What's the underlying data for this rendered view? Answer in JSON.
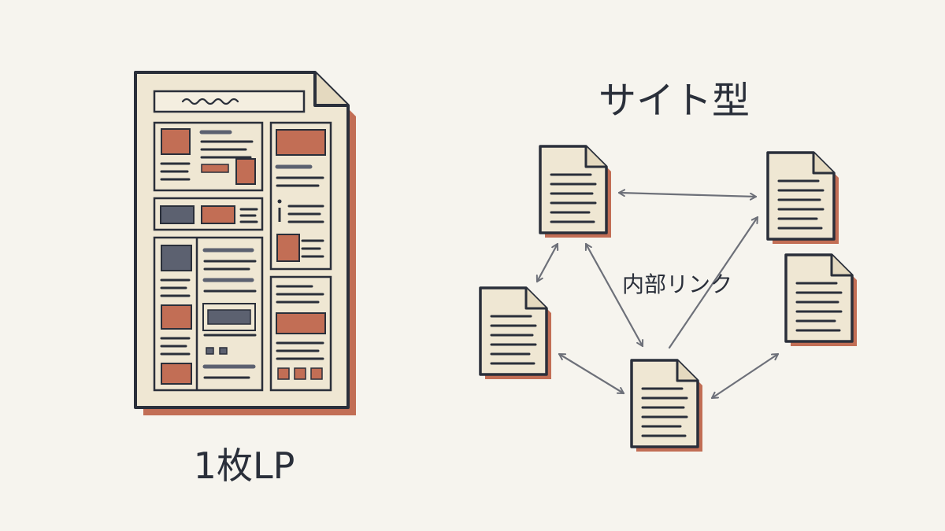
{
  "diagram": {
    "lp_label": "1枚LP",
    "site_label": "サイト型",
    "link_label": "内部リンク"
  },
  "colors": {
    "ink": "#2a2f3a",
    "paper": "#efe7d3",
    "accent": "#c26e55",
    "slate": "#5c6170",
    "arrow": "#6d7079",
    "background": "#f6f4ee"
  },
  "nodes": [
    "page-top-left",
    "page-top-right",
    "page-middle-left",
    "page-middle-right",
    "page-bottom-center"
  ],
  "links": [
    {
      "from": "page-top-left",
      "to": "page-top-right"
    },
    {
      "from": "page-top-left",
      "to": "page-middle-left"
    },
    {
      "from": "page-top-left",
      "to": "page-bottom-center"
    },
    {
      "from": "page-middle-left",
      "to": "page-bottom-center"
    },
    {
      "from": "page-bottom-center",
      "to": "page-middle-right"
    },
    {
      "from": "page-bottom-center",
      "to": "page-top-right"
    }
  ]
}
